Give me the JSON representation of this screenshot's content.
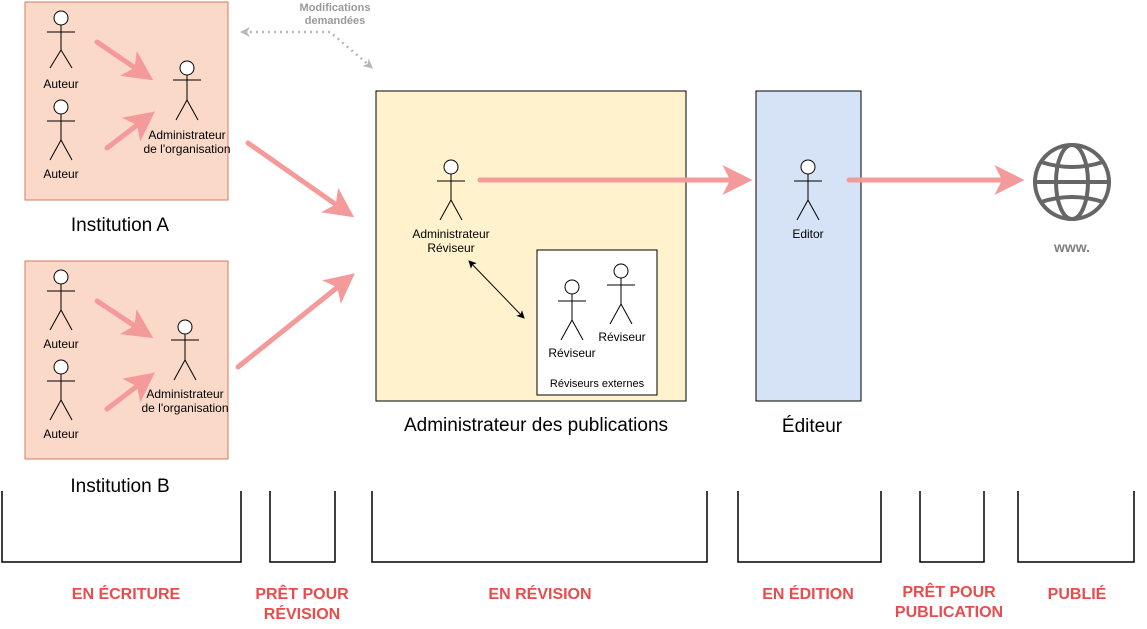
{
  "colors": {
    "institution_fill": "#fad9c8",
    "institution_stroke": "#d07a60",
    "admin_fill": "#fff2cc",
    "editor_fill": "#d6e2f5",
    "arrow": "#f59a9a",
    "phase_text": "#e84c4c",
    "globe": "#666666"
  },
  "top_note": {
    "line1": "Modifications",
    "line2": "demandées"
  },
  "institution_a": {
    "title": "Institution A",
    "author1": "Auteur",
    "author2": "Auteur",
    "org_admin_line1": "Administrateur",
    "org_admin_line2": "de l'organisation"
  },
  "institution_b": {
    "title": "Institution B",
    "author1": "Auteur",
    "author2": "Auteur",
    "org_admin_line1": "Administrateur",
    "org_admin_line2": "de l'organisation"
  },
  "publications": {
    "title": "Administrateur des publications",
    "admin_line1": "Administrateur",
    "admin_line2": "Réviseur",
    "external_title": "Réviseurs externes",
    "reviewer1": "Réviseur",
    "reviewer2": "Réviseur"
  },
  "editor": {
    "title": "Éditeur",
    "actor": "Editor"
  },
  "web": {
    "label": "www.",
    "icon": "globe-icon"
  },
  "phases": [
    {
      "line1": "EN ÉCRITURE",
      "line2": ""
    },
    {
      "line1": "PRÊT POUR",
      "line2": "RÉVISION"
    },
    {
      "line1": "EN RÉVISION",
      "line2": ""
    },
    {
      "line1": "EN ÉDITION",
      "line2": ""
    },
    {
      "line1": "PRÊT POUR",
      "line2": "PUBLICATION"
    },
    {
      "line1": "PUBLIÉ",
      "line2": ""
    }
  ]
}
